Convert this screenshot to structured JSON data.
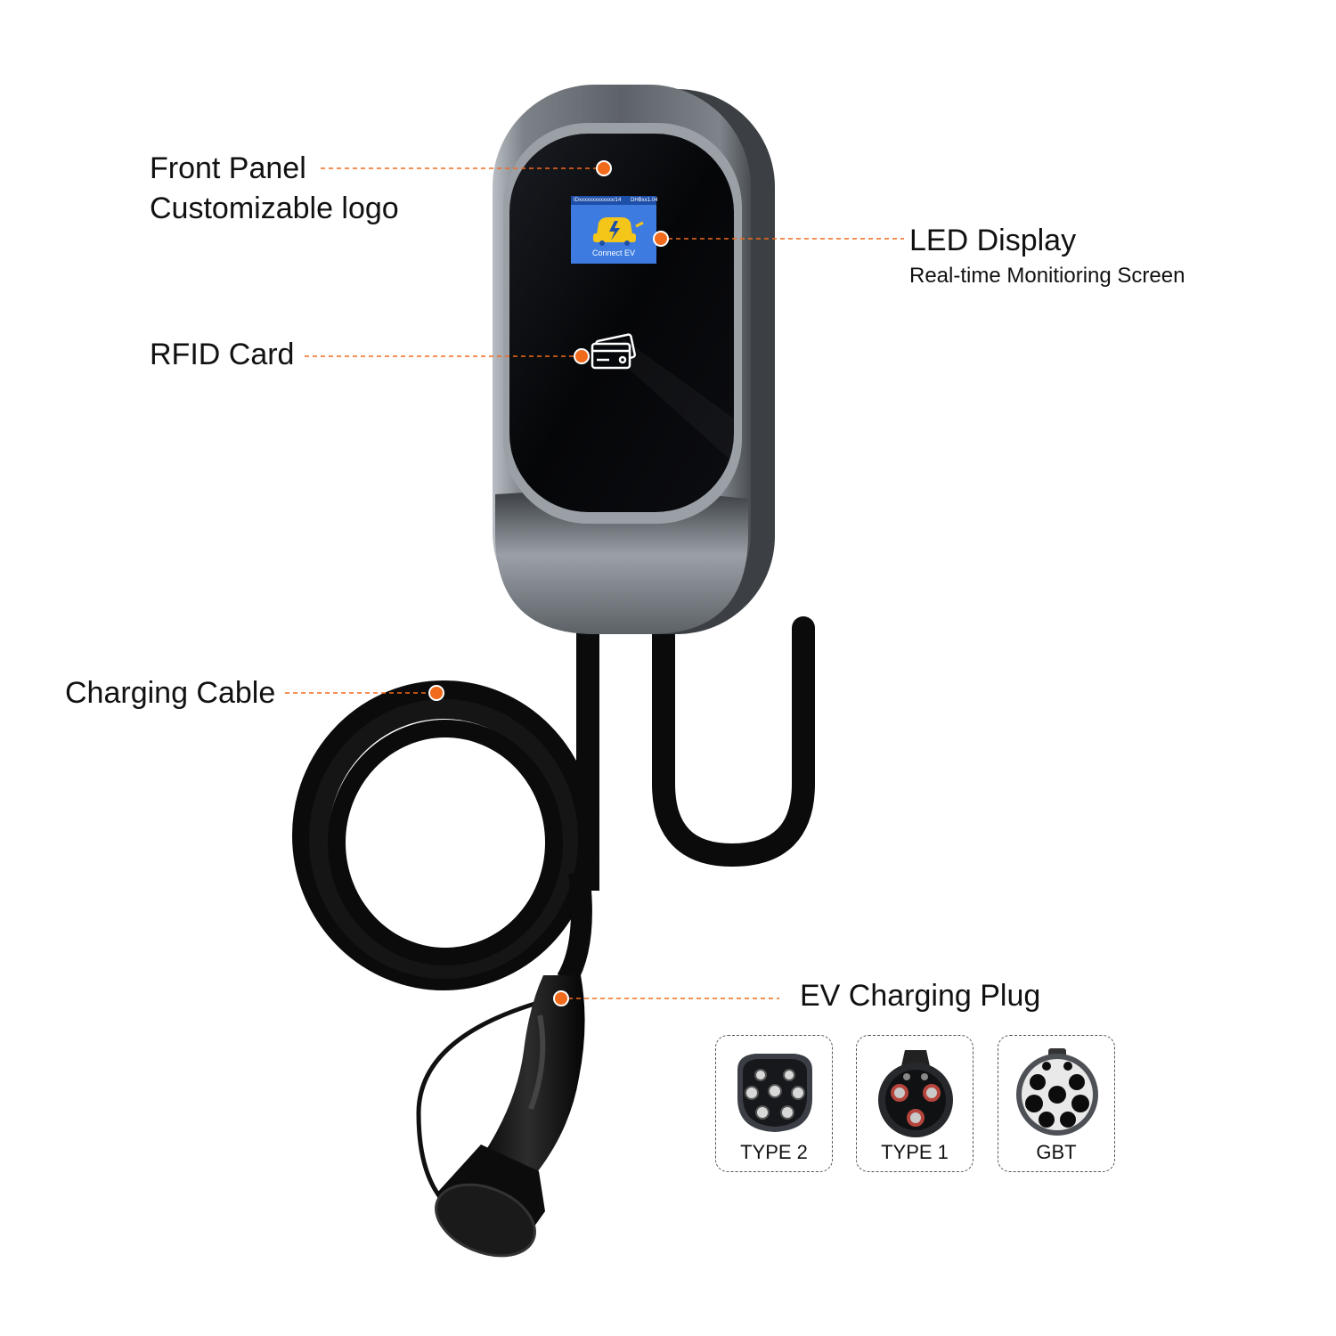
{
  "callouts": {
    "front_panel": {
      "title": "Front Panel",
      "subtitle": "Customizable logo"
    },
    "led_display": {
      "title": "LED Display",
      "subtitle": "Real-time Monitioring Screen"
    },
    "rfid": {
      "title": "RFID Card"
    },
    "cable": {
      "title": "Charging Cable"
    },
    "plug": {
      "title": "EV Charging Plug"
    }
  },
  "screen": {
    "status_left": "IDxxxxxxxxxxxxx/14",
    "status_right": "DHBxx1.04",
    "message": "Connect EV"
  },
  "connectors": [
    {
      "label": "TYPE 2"
    },
    {
      "label": "TYPE 1"
    },
    {
      "label": "GBT"
    }
  ],
  "colors": {
    "accent": "#F26A1B",
    "screen_bg": "#3D7BE0",
    "logo_yellow": "#F5C61A",
    "body_grey": "#8A9096",
    "glass": "#07080C"
  },
  "icons": {
    "rfid": "rfid-card-icon",
    "ev": "car-charging-icon"
  }
}
